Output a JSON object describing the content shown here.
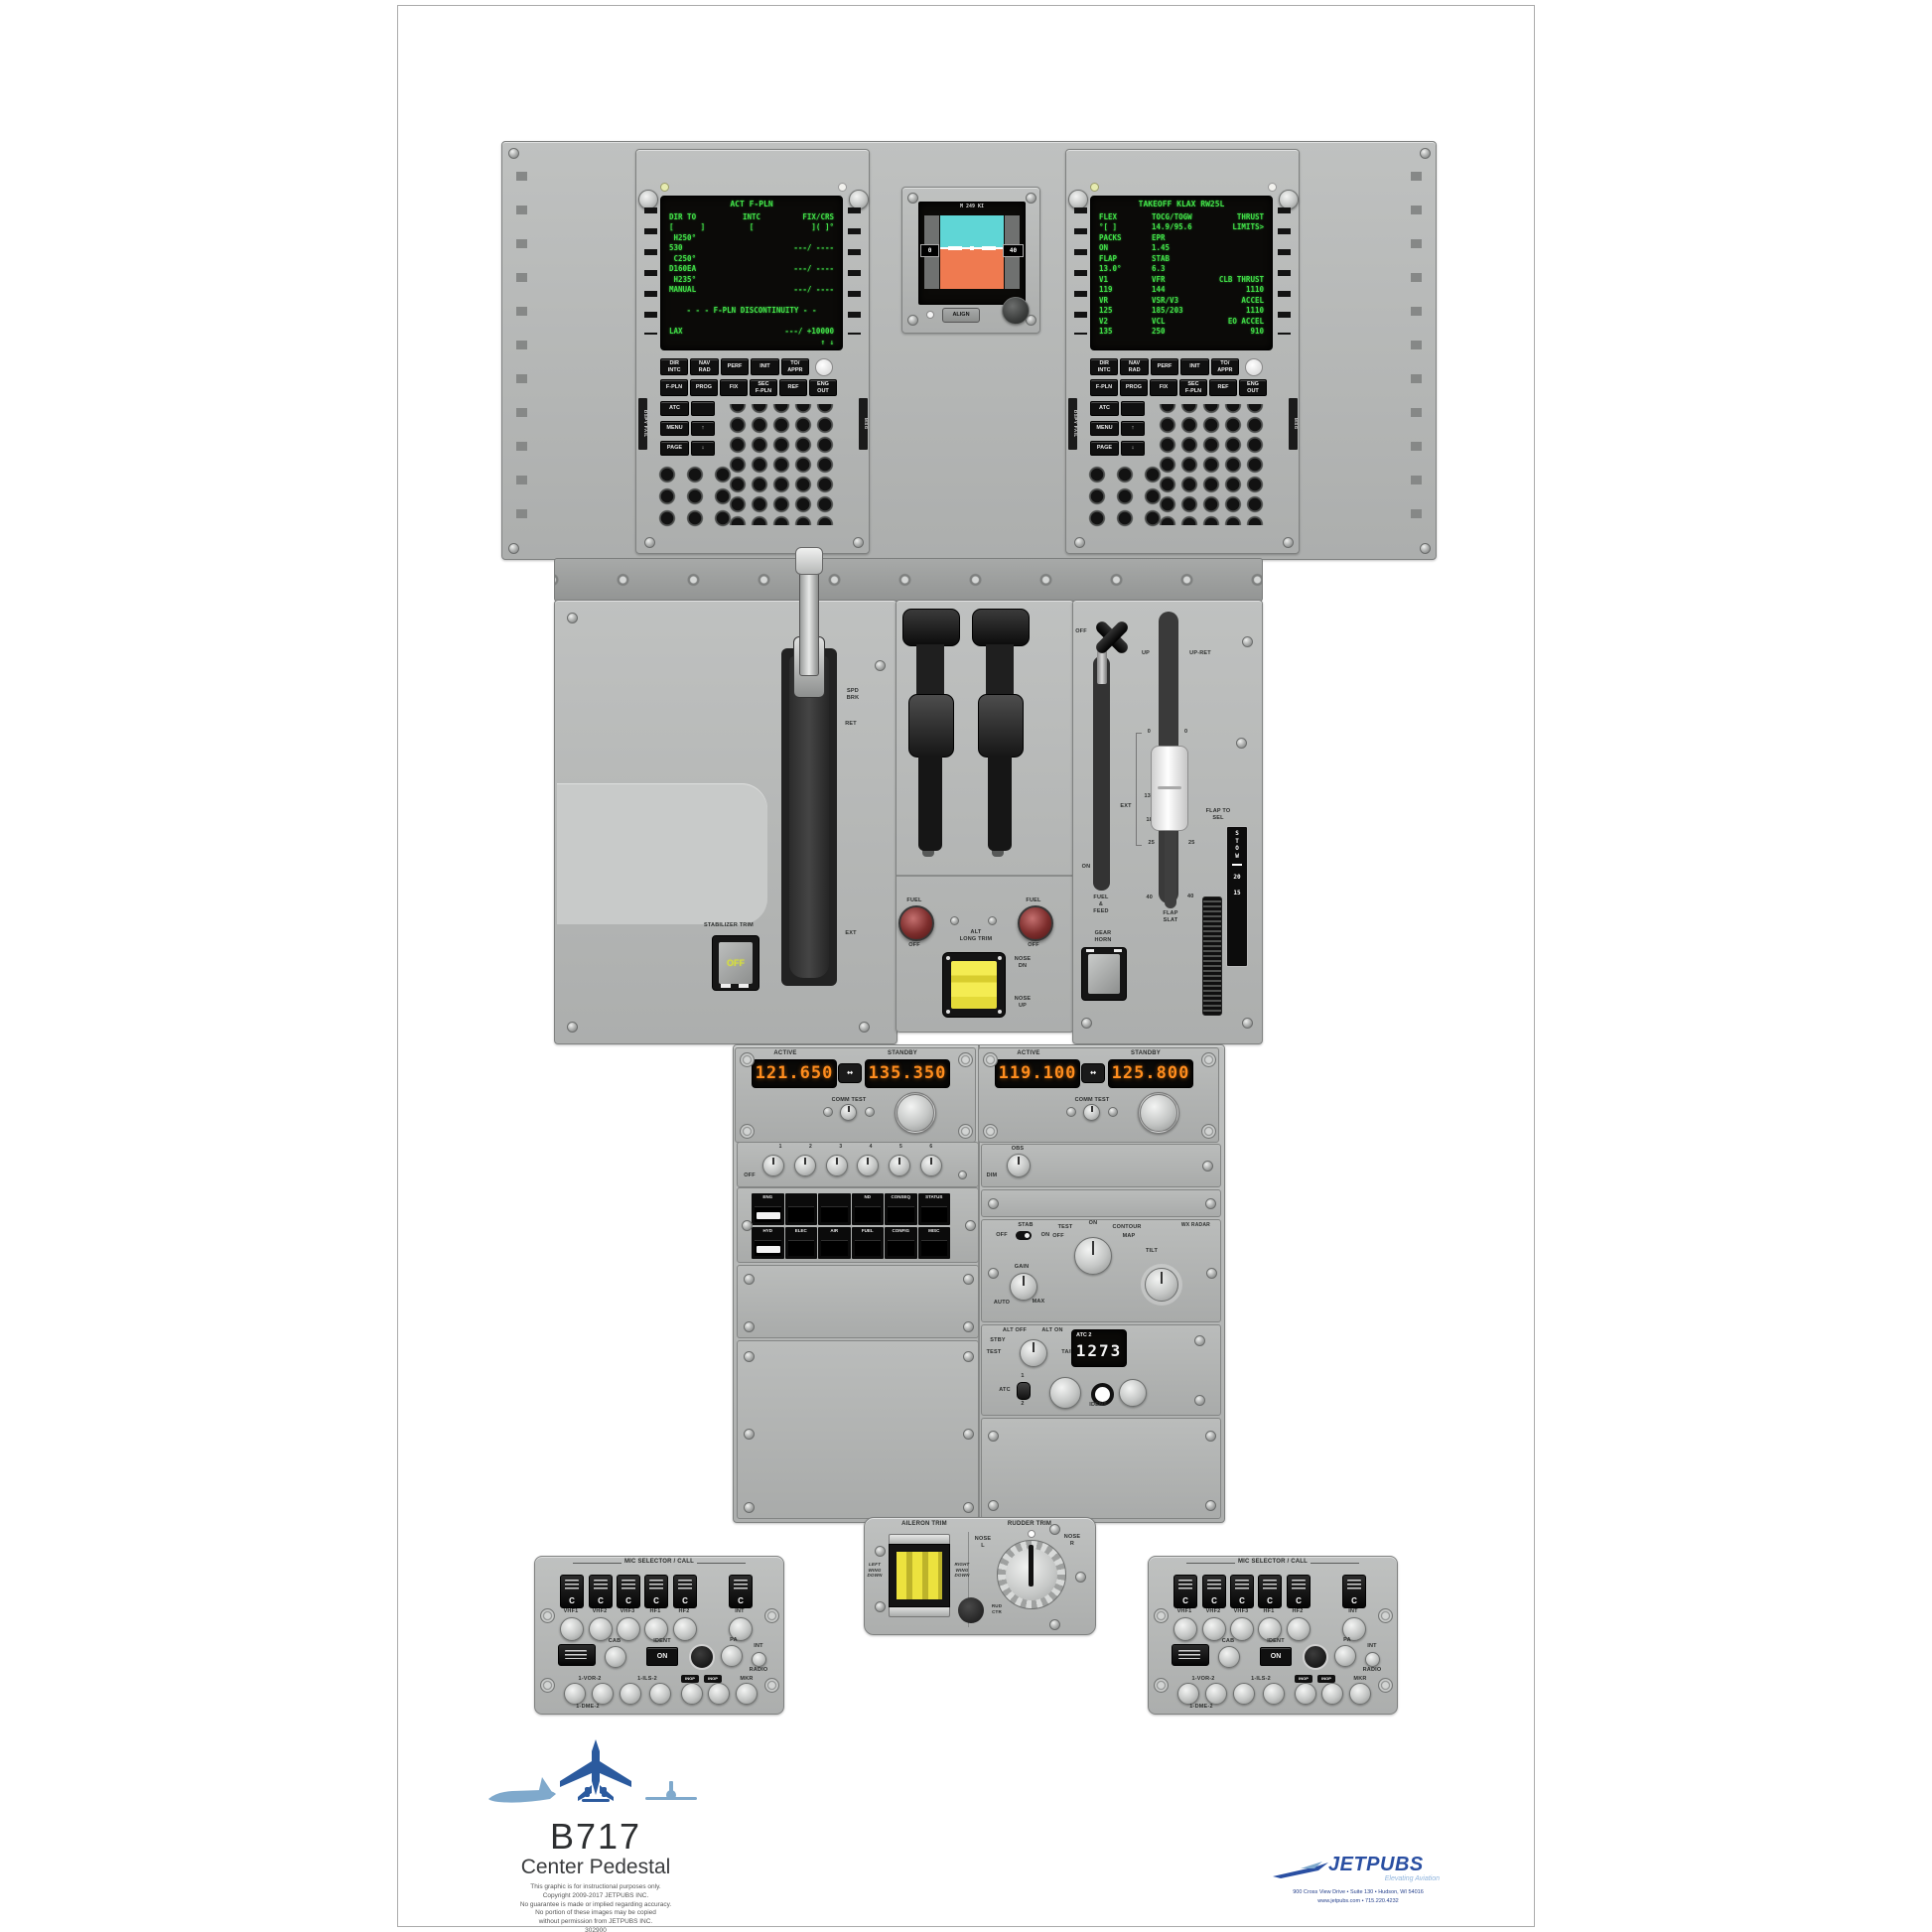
{
  "colors": {
    "crt_green": "#41df48",
    "seg_amber": "#ff8d1e",
    "switch_yellow": "#ece23e",
    "sky_cyan": "#5fd6d6",
    "ground_orange": "#ef7a50",
    "brand_blue": "#2a4fa2",
    "panel_gray": "#b3b5b4"
  },
  "mcdus": [
    {
      "name": "mcdu-left",
      "side_left": "DSPY FAIL",
      "side_right": "MSG",
      "screen": {
        "title": "ACT F-PLN",
        "rows": [
          {
            "l": "DIR TO",
            "m": "INTC",
            "r": "FIX/CRS"
          },
          {
            "l": "[      ]",
            "m": "[",
            "r": "]( ]°"
          },
          {
            "l": " H250°",
            "m": "",
            "r": ""
          },
          {
            "l": "530",
            "m": "",
            "r": "---/ ----"
          },
          {
            "l": " C250°",
            "m": "",
            "r": ""
          },
          {
            "l": "D160EA",
            "m": "",
            "r": "---/ ----"
          },
          {
            "l": " H235°",
            "m": "",
            "r": ""
          },
          {
            "l": "MANUAL",
            "m": "",
            "r": "---/ ----"
          },
          {
            "l": "",
            "m": "",
            "r": ""
          },
          {
            "l": "",
            "m": "- - - F-PLN DISCONTINUITY - -",
            "r": ""
          },
          {
            "l": "",
            "m": "",
            "r": ""
          },
          {
            "l": "LAX",
            "m": "",
            "r": "---/ +10000"
          },
          {
            "l": "",
            "m": "",
            "r": "↑ ↓"
          }
        ]
      }
    },
    {
      "name": "mcdu-right",
      "side_left": "DSPY FAIL",
      "side_right": "MSG",
      "screen": {
        "title": "TAKEOFF KLAX RW25L",
        "rows": [
          {
            "l": "FLEX",
            "m": "TOCG/TOGW",
            "r": "THRUST"
          },
          {
            "l": "°[ ]",
            "m": "14.9/95.6",
            "r": "LIMITS>"
          },
          {
            "l": "PACKS",
            "m": "EPR",
            "r": ""
          },
          {
            "l": "ON",
            "m": "1.45",
            "r": ""
          },
          {
            "l": "FLAP",
            "m": "STAB",
            "r": ""
          },
          {
            "l": "13.0°",
            "m": "6.3",
            "r": ""
          },
          {
            "l": "V1",
            "m": "VFR",
            "r": "CLB THRUST"
          },
          {
            "l": "119",
            "m": "144",
            "r": "1110"
          },
          {
            "l": "VR",
            "m": "VSR/V3",
            "r": "ACCEL"
          },
          {
            "l": "125",
            "m": "185/203",
            "r": "1110"
          },
          {
            "l": "V2",
            "m": "VCL",
            "r": "EO ACCEL"
          },
          {
            "l": "135",
            "m": "250",
            "r": "910"
          }
        ]
      }
    }
  ],
  "mcdu_keys": {
    "row1": [
      "DIR\nINTC",
      "NAV\nRAD",
      "PERF",
      "INIT",
      "TO/\nAPPR"
    ],
    "row2": [
      "F-PLN",
      "PROG",
      "FIX",
      "SEC\nF-PLN",
      "REF",
      "ENG\nOUT"
    ],
    "atc": "ATC",
    "menu": "MENU",
    "page": "PAGE",
    "up": "↑",
    "down": "↓"
  },
  "isfd": {
    "top": "M 249 KI",
    "spd": "0",
    "alt": "40",
    "align": "ALIGN"
  },
  "quadrant": {
    "stab_trim": "STABILIZER TRIM",
    "off": "OFF",
    "spd_brk": "SPD\nBRK",
    "ret": "RET",
    "ext": "EXT",
    "fuel": "FUEL",
    "alt_long_trim": "ALT\nLONG TRIM",
    "nose_dn": "NOSE\nDN",
    "nose_up": "NOSE\nUP",
    "up": "UP",
    "up_ret": "UP-RET",
    "flap_left": [
      "0",
      "13",
      "18",
      "25",
      "40"
    ],
    "flap_right": [
      "0",
      "25",
      "40"
    ],
    "flap_to_sel": "FLAP TO\nSEL",
    "flap_slat": "FLAP\nSLAT",
    "fuel_feed": "FUEL\n&\nFEED",
    "on": "ON",
    "gear_horn": "GEAR\nHORN",
    "stow": [
      "S",
      "T",
      "O",
      "W"
    ],
    "stow_marks": [
      "20",
      "15"
    ],
    "xfeed_off": "OFF"
  },
  "radios": {
    "active_label": "ACTIVE",
    "standby_label": "STANDBY",
    "comm_test": "COMM TEST",
    "xfer": "↔",
    "units": [
      {
        "active": "121.650",
        "standby": "135.350"
      },
      {
        "active": "119.100",
        "standby": "125.800"
      }
    ]
  },
  "lights": {
    "numbers": [
      "1",
      "2",
      "3",
      "4",
      "5",
      "6"
    ],
    "off": "OFF"
  },
  "annunciator": {
    "row1": [
      "ENG",
      "",
      "",
      "ND",
      "CONSEQ",
      "STATUS"
    ],
    "row2": [
      "HYD",
      "ELEC",
      "AIR",
      "FUEL",
      "CONFIG",
      "MISC"
    ]
  },
  "obs": {
    "title": "OBS",
    "dim": "DIM"
  },
  "wx": {
    "title": "WX RADAR",
    "stab": "STAB",
    "off": "OFF",
    "on": "ON",
    "test": "TEST",
    "mode_off": "OFF",
    "mode_top": "ON",
    "contour": "CONTOUR",
    "map": "MAP",
    "gain": "GAIN",
    "auto": "AUTO",
    "max": "MAX",
    "tilt": "TILT"
  },
  "atc": {
    "alt_off": "ALT OFF",
    "alt_on": "ALT ON",
    "stby": "STBY",
    "test": "TEST",
    "ta_ra": "TA/RA",
    "title": "ATC 2",
    "code": "1273",
    "ident": "IDENT",
    "one": "1",
    "two": "2",
    "atc_label": "ATC"
  },
  "trim": {
    "aileron_title": "AILERON TRIM",
    "rudder_title": "RUDDER TRIM",
    "left_wing": "LEFT\nWING\nDOWN",
    "right_wing": "RIGHT\nWING\nDOWN",
    "nose_l": "NOSE\nL",
    "nose_r": "NOSE\nR",
    "rud_ctr": "RUD\nCTR"
  },
  "audio": {
    "panels": [
      {},
      {}
    ],
    "title": "MIC SELECTOR / CALL",
    "c": "C",
    "knob_labels": [
      "VHF1",
      "VHF2",
      "VHF3",
      "HF1",
      "HF2",
      "INT"
    ],
    "cab": "CAB",
    "ident": "IDENT",
    "on": "ON",
    "pa": "PA",
    "int": "INT",
    "radio": "RADIO",
    "vor": "1-VOR-2",
    "dme": "1-DME-2",
    "ils": "1-ILS-2",
    "inop": "INOP",
    "mkr": "MKR"
  },
  "branding": {
    "model": "B717",
    "subtitle": "Center Pedestal",
    "disclaimer": [
      "This graphic is for instructional purposes only.",
      "Copyright 2009-2017 JETPUBS INC.",
      "No guarantee is made or implied regarding accuracy.",
      "No portion of these images may be copied",
      "without permission from JETPUBS INC.",
      "302900"
    ],
    "logo": "JETPUBS",
    "tagline": "Elevating Aviation",
    "address1": "900 Cross View Drive • Suite 130 • Hudson, WI 54016",
    "address2": "www.jetpubs.com • 715.220.4232"
  }
}
